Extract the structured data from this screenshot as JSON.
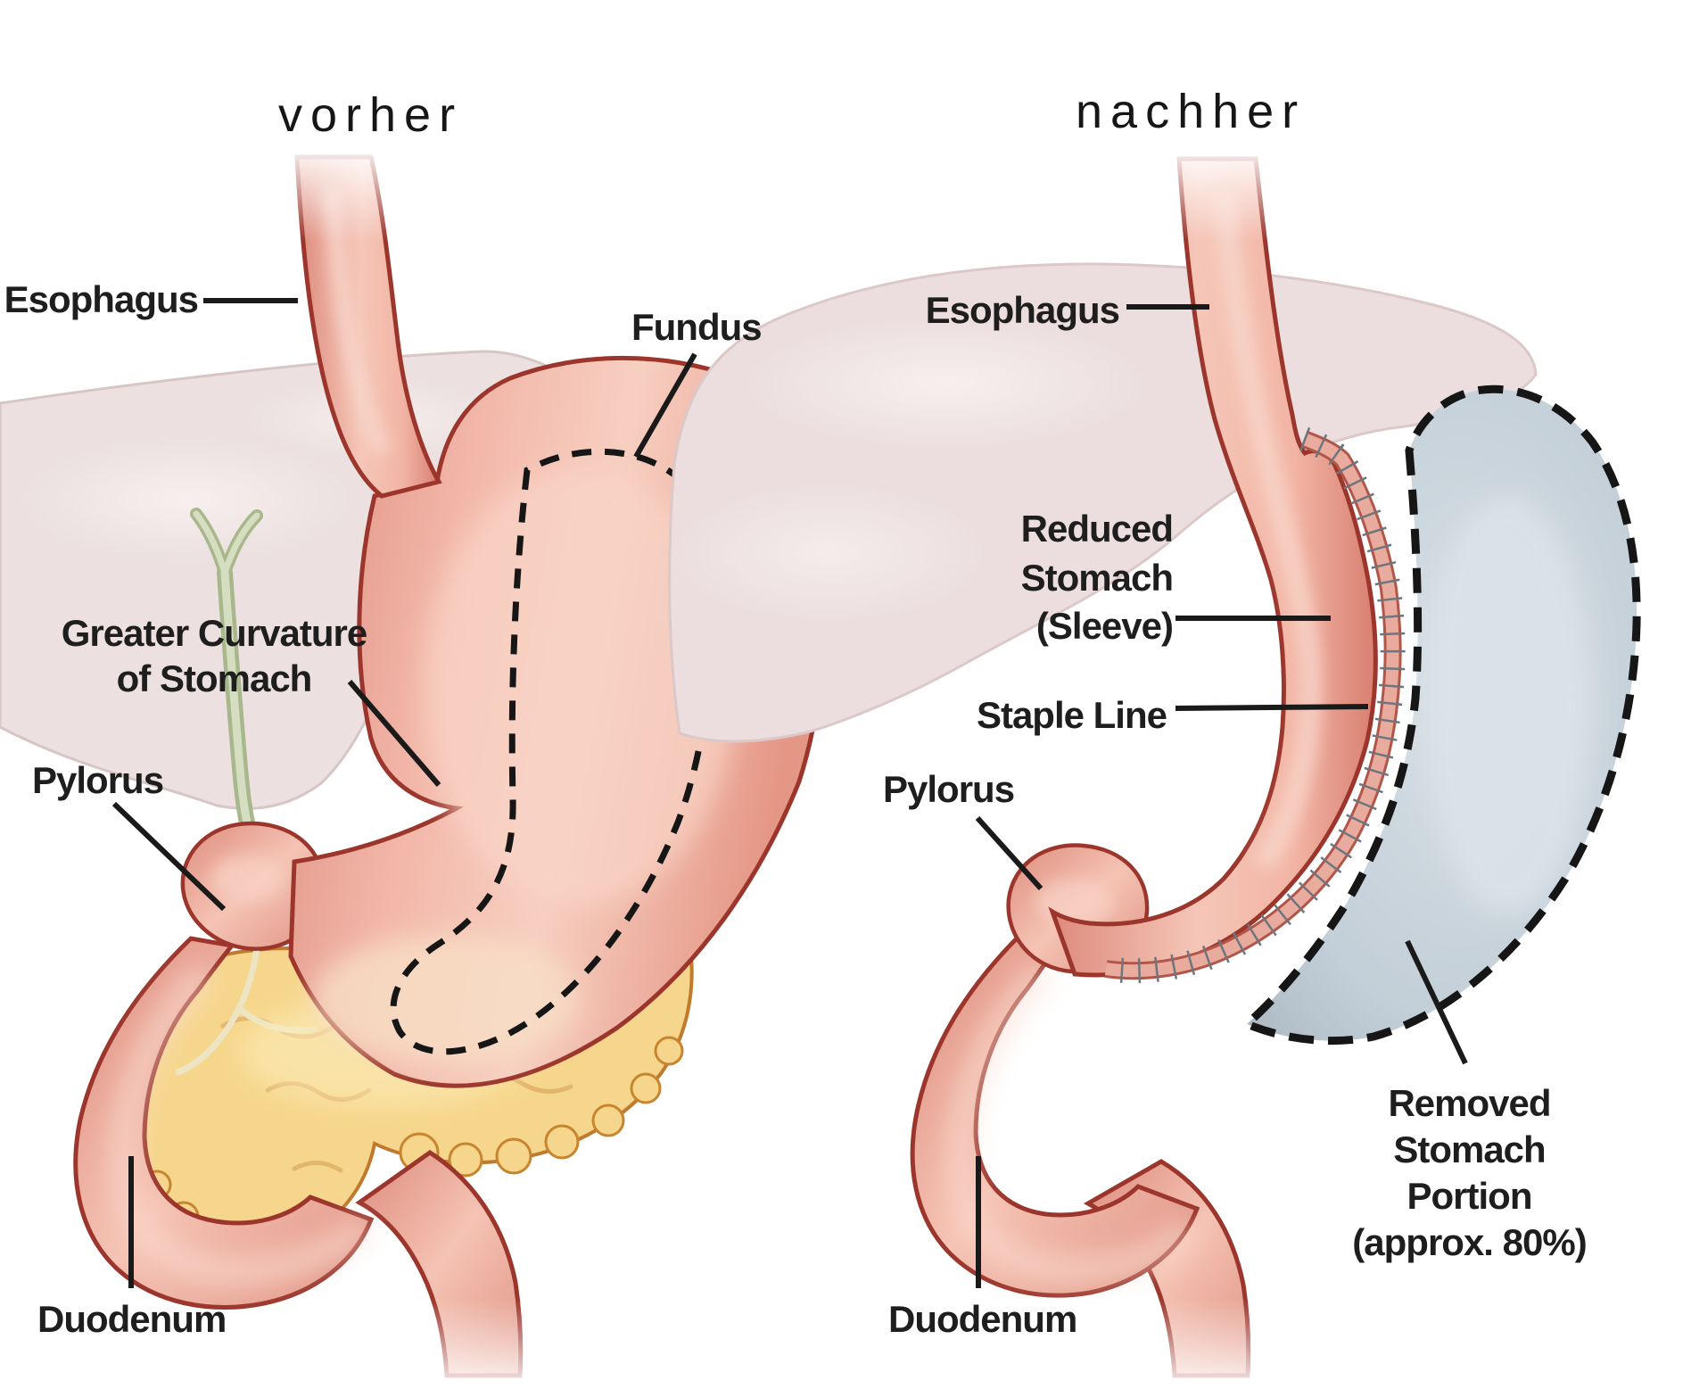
{
  "panels": {
    "before": {
      "title": "vorher",
      "labels": {
        "esophagus": "Esophagus",
        "fundus": "Fundus",
        "greater_curvature_line1": "Greater Curvature",
        "greater_curvature_line2": "of Stomach",
        "pylorus": "Pylorus",
        "duodenum": "Duodenum"
      }
    },
    "after": {
      "title": "nachher",
      "labels": {
        "esophagus": "Esophagus",
        "reduced_line1": "Reduced",
        "reduced_line2": "Stomach",
        "reduced_line3": "(Sleeve)",
        "staple_line": "Staple Line",
        "pylorus": "Pylorus",
        "duodenum": "Duodenum",
        "removed_line1": "Removed",
        "removed_line2": "Stomach",
        "removed_line3": "Portion",
        "removed_line4": "(approx. 80%)"
      }
    }
  },
  "colors": {
    "background": "#ffffff",
    "label-text": "#1e1e1e",
    "pointer-line": "#1a1a1a",
    "dashed-line": "#161616",
    "organ-border": "#9c362c",
    "stomach-dark": "#e09184",
    "stomach-mid": "#f2b7a9",
    "stomach-light": "#f8d6c8",
    "liver-fill": "#ece0e0",
    "liver-border": "#d8c6c6",
    "pancreas-fill": "#f6d68c",
    "pancreas-border": "#c07a2e",
    "bile-duct-green": "#a8b78c",
    "staple-band": "#e9ab9d",
    "staple-tick": "#6f757d",
    "removed-portion-fill": "#c0ccd5",
    "removed-portion-light": "#d7dfe5"
  }
}
